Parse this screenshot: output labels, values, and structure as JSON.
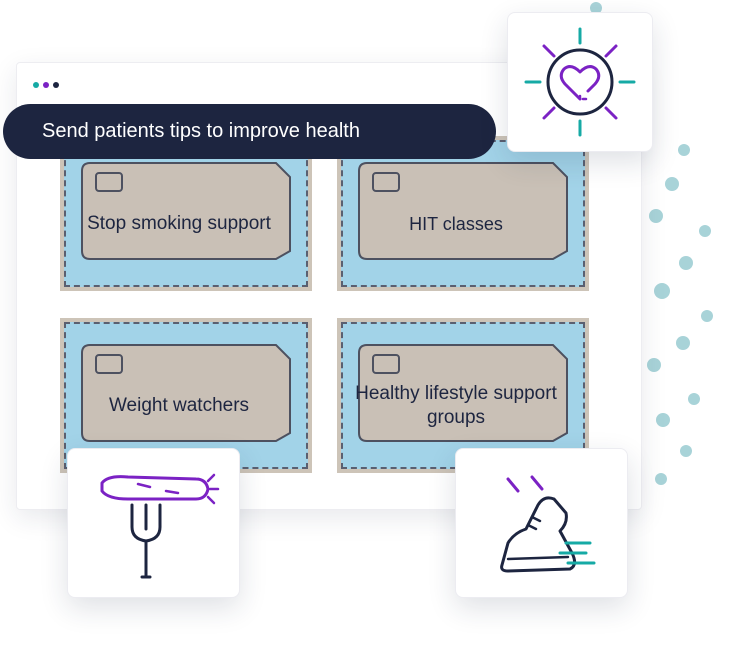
{
  "window": {
    "dot_colors": [
      "#16aaa5",
      "#7b22c4",
      "#1d2540"
    ]
  },
  "banner": {
    "text": "Send patients tips to improve health"
  },
  "tiles": [
    {
      "label": "Stop smoking support"
    },
    {
      "label": "HIT classes"
    },
    {
      "label": "Weight watchers"
    },
    {
      "label": "Healthy lifestyle support groups"
    }
  ],
  "icons": {
    "top_card": "heart-sun-icon",
    "bottom_left_card": "carrot-fork-icon",
    "bottom_right_card": "running-shoe-icon"
  },
  "colors": {
    "navy": "#1d2540",
    "purple": "#7b22c4",
    "teal": "#16aaa5",
    "tile_blue": "#a2d3e8",
    "tile_frame": "#cdc4b8",
    "folder_fill": "#c9c0b6"
  }
}
